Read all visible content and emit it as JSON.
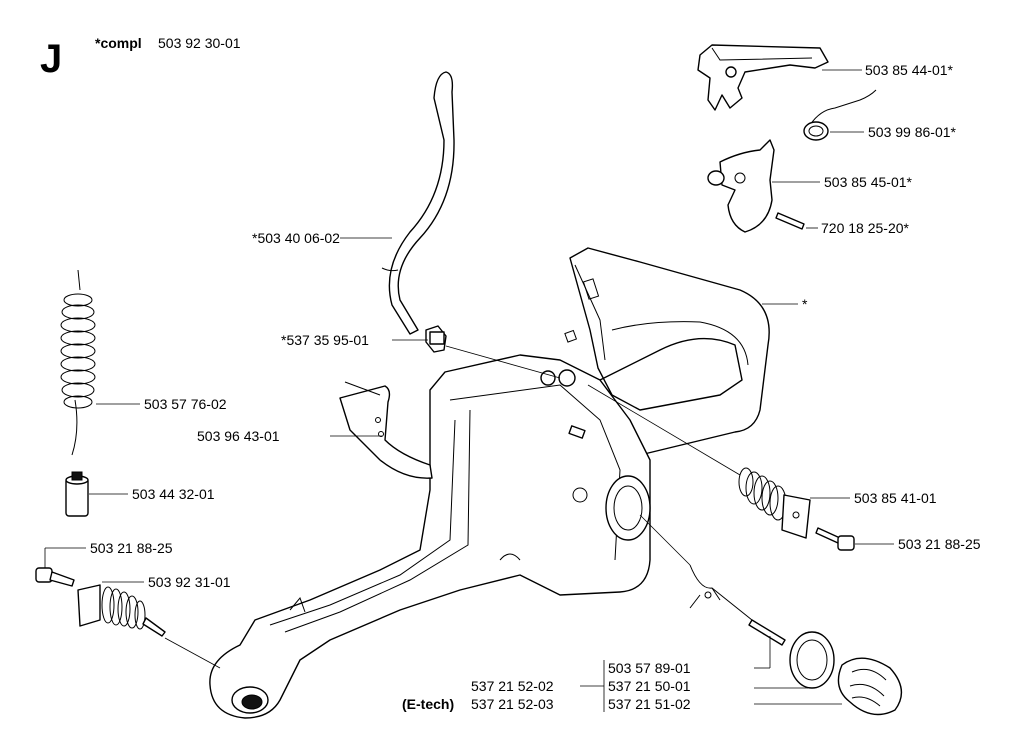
{
  "section_letter": "J",
  "assembly": {
    "prefix": "*compl",
    "number": "503 92 30-01"
  },
  "labels": {
    "bracket_top": "503 85 44-01*",
    "spring_small": "503 99 86-01*",
    "trigger": "503 85 45-01*",
    "pin": "720 18 25-20*",
    "handle_star": "*",
    "fuel_hose": "*503 40 06-02",
    "hose_filter": "*537 35 95-01",
    "coil_hose": "503 57 76-02",
    "cushion_left": "503 96 43-01",
    "filter": "503 44 32-01",
    "screw_left": "503 21 88-25",
    "av_spring_left": "503 92 31-01",
    "av_spring_right": "503 85 41-01",
    "screw_right": "503 21 88-25",
    "cap_a": "503 57 89-01",
    "cap_b": "537 21 50-01",
    "cap_c": "537 21 51-02",
    "tank_std": "537 21 52-02",
    "etech_prefix": "(E-tech)",
    "tank_etech": "537 21 52-03"
  }
}
